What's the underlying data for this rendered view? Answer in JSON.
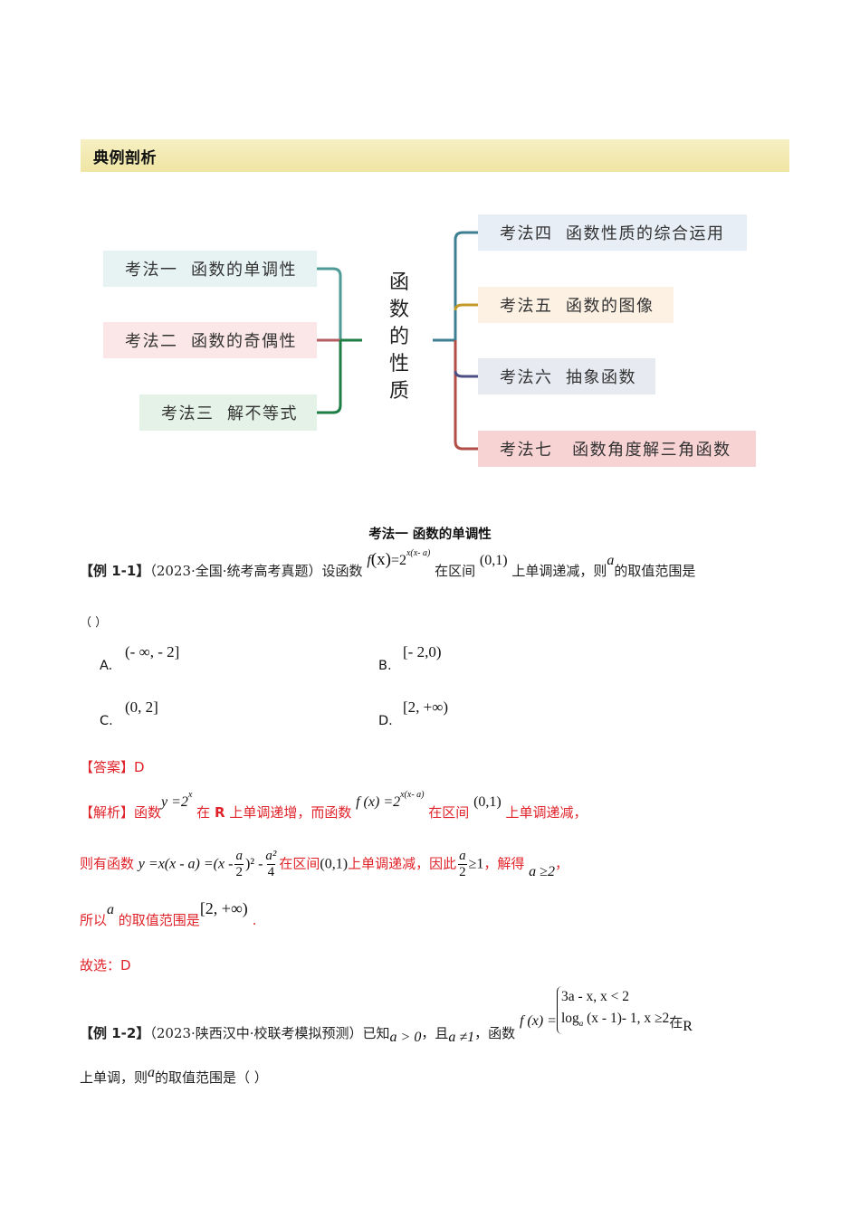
{
  "banner": {
    "title": "典例剖析"
  },
  "mindmap": {
    "center": [
      "函",
      "数",
      "的",
      "性",
      "质"
    ],
    "left": [
      {
        "label": "考法一  函数的单调性",
        "bg": "#e7f3f3",
        "line": "#4e9a96"
      },
      {
        "label": "考法二  函数的奇偶性",
        "bg": "#fbe7e8",
        "line": "#b25e62"
      },
      {
        "label": "考法三  解不等式",
        "bg": "#e5f2e8",
        "line": "#1c7d45"
      }
    ],
    "right": [
      {
        "label": "考法四  函数性质的综合运用",
        "bg": "#e7eef6",
        "line": "#3c7f93"
      },
      {
        "label": "考法五  函数的图像",
        "bg": "#fdf1e4",
        "line": "#c39a28"
      },
      {
        "label": "考法六  抽象函数",
        "bg": "#e8eaf2",
        "line": "#4e4e86"
      },
      {
        "label": "考法七   函数角度解三角函数",
        "bg": "#f8d3d4",
        "line": "#b24e45"
      }
    ]
  },
  "section": {
    "title": "考法一  函数的单调性"
  },
  "example1": {
    "tag": "【例 1-1】",
    "source": "（2023·全国·统考高考真题）设函数",
    "func_f": "f",
    "func_x": "(x)",
    "func_eq": "=2",
    "func_exp": "x(x- a)",
    "text_interval": "在区间",
    "interval": "(0,1)",
    "text_mid": "上单调递减，则",
    "var_a": "a",
    "text_end": "的取值范围是",
    "blank": "（    ）",
    "options": [
      {
        "letter": "A.",
        "value": "(- ∞, - 2]"
      },
      {
        "letter": "B.",
        "value": "[- 2,0)"
      },
      {
        "letter": "C.",
        "value": "(0, 2]"
      },
      {
        "letter": "D.",
        "value": "[2, +∞)"
      }
    ]
  },
  "answer": {
    "tag": "【答案】",
    "value": "D"
  },
  "analysis": {
    "tag": "【解析】",
    "l1_a": "函数",
    "l1_y": "y =2",
    "l1_yexp": "x",
    "l1_b": "在",
    "l1_R": "R",
    "l1_c": "上单调递增，而函数",
    "l1_f": "f (x) =2",
    "l1_fexp": "x(x- a)",
    "l1_d": "在区间",
    "l1_interval": "(0,1)",
    "l1_e": "上单调递减，",
    "l2_a": "则有函数",
    "l2_expr1": "y =x(x - a) =(x -",
    "l2_frac1_num": "a",
    "l2_frac1_den": "2",
    "l2_expr2": ")² -",
    "l2_frac2_num": "a²",
    "l2_frac2_den": "4",
    "l2_b": "在区间",
    "l2_interval": "(0,1)",
    "l2_c": "上单调递减，因此",
    "l2_frac3_num": "a",
    "l2_frac3_den": "2",
    "l2_ge": "≥1",
    "l2_d": "，解得",
    "l2_result": "a ≥2",
    "l2_e": "，",
    "l3_a": "所以",
    "l3_var": "a",
    "l3_b": "的取值范围是",
    "l3_interval": "[2, +∞)",
    "l3_end": ".",
    "l4": "故选：",
    "l4_value": "D"
  },
  "example2": {
    "tag": "【例 1-2】",
    "source": "（2023·陕西汉中·校联考模拟预测）已知",
    "cond1": "a > 0",
    "mid1": "，且",
    "cond2": "a ≠1",
    "mid2": "，函数",
    "func": "f (x) =",
    "case1": "3a - x, x < 2",
    "case2": "log",
    "case2_sub": "a",
    "case2_rest": " (x - 1)- 1, x ≥2",
    "tail": "在",
    "R": "R",
    "l2_a": "上单调，则",
    "l2_var": "a",
    "l2_b": "的取值范围是（    ）"
  }
}
